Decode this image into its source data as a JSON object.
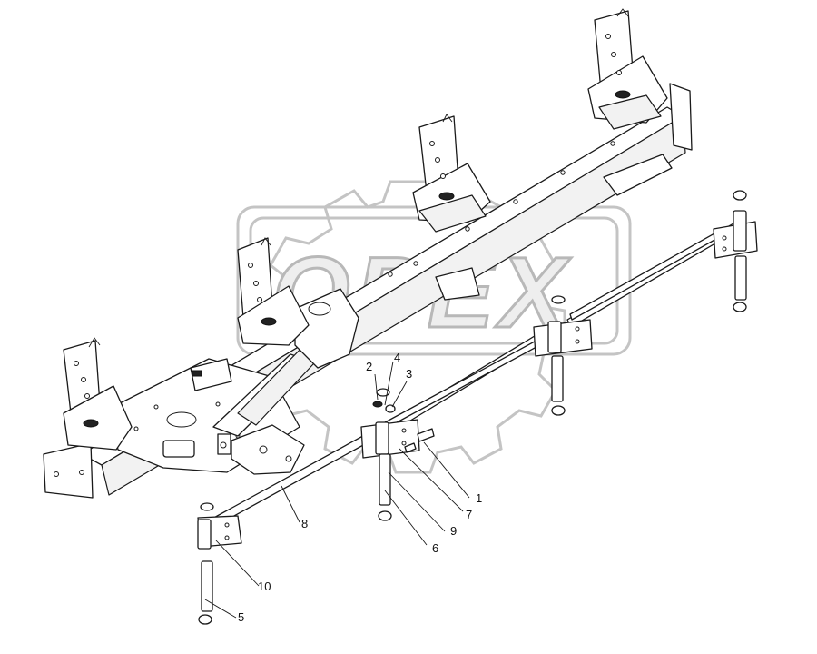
{
  "watermark": {
    "text": "OPEX"
  },
  "callouts": [
    {
      "id": "1",
      "label": "1"
    },
    {
      "id": "2",
      "label": "2"
    },
    {
      "id": "3",
      "label": "3"
    },
    {
      "id": "4",
      "label": "4"
    },
    {
      "id": "5",
      "label": "5"
    },
    {
      "id": "6",
      "label": "6"
    },
    {
      "id": "7",
      "label": "7"
    },
    {
      "id": "8",
      "label": "8"
    },
    {
      "id": "9",
      "label": "9"
    },
    {
      "id": "10",
      "label": "10"
    }
  ]
}
